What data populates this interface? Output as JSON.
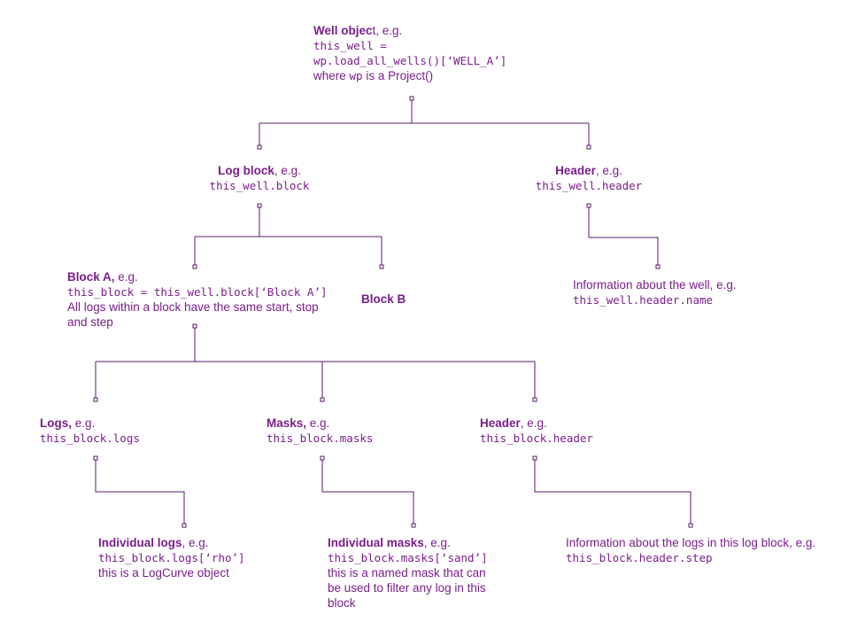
{
  "nodes": {
    "well": {
      "title_bold": "Well objec",
      "title_rest": "t, e.g.",
      "code_1": "this_well =",
      "code_2": "wp.load_all_wells()[‘WELL_A’]",
      "where_pre": "where ",
      "where_code": "wp",
      "where_post": " is a Project()"
    },
    "log_block": {
      "title_bold": "Log block",
      "title_rest": ", e.g.",
      "code": "this_well.block"
    },
    "well_header": {
      "title_bold": "Header",
      "title_rest": ", e.g.",
      "code": "this_well.header"
    },
    "well_header_info": {
      "text": "Information about the well, e.g.",
      "code": "this_well.header.name"
    },
    "block_a": {
      "title_bold": "Block A,",
      "title_rest": " e.g.",
      "code": "this_block = this_well.block[‘Block A’]",
      "desc_1": "All logs within a block have the same start, stop",
      "desc_2": "and step"
    },
    "block_b": {
      "title_bold": "Block B"
    },
    "logs": {
      "title_bold": "Logs,",
      "title_rest": " e.g.",
      "code": "this_block.logs"
    },
    "masks": {
      "title_bold": "Masks,",
      "title_rest": " e.g.",
      "code": "this_block.masks"
    },
    "block_header": {
      "title_bold": "Header",
      "title_rest": ", e.g.",
      "code": "this_block.header"
    },
    "individual_logs": {
      "title_bold": "Individual logs",
      "title_rest": ", e.g.",
      "code": "this_block.logs[‘rho’]",
      "desc": "this is a LogCurve object"
    },
    "individual_masks": {
      "title_bold": "Individual masks",
      "title_rest": ", e.g.",
      "code": "this_block.masks[‘sand’]",
      "desc_1": "this is a named mask that can",
      "desc_2": "be used to filter any log in this",
      "desc_3": "block"
    },
    "block_header_info": {
      "text": "Information about the logs in this log block, e.g.",
      "code": "this_block.header.step"
    }
  },
  "colors": {
    "accent": "#7a1e8c",
    "line": "#5a1a6a"
  }
}
